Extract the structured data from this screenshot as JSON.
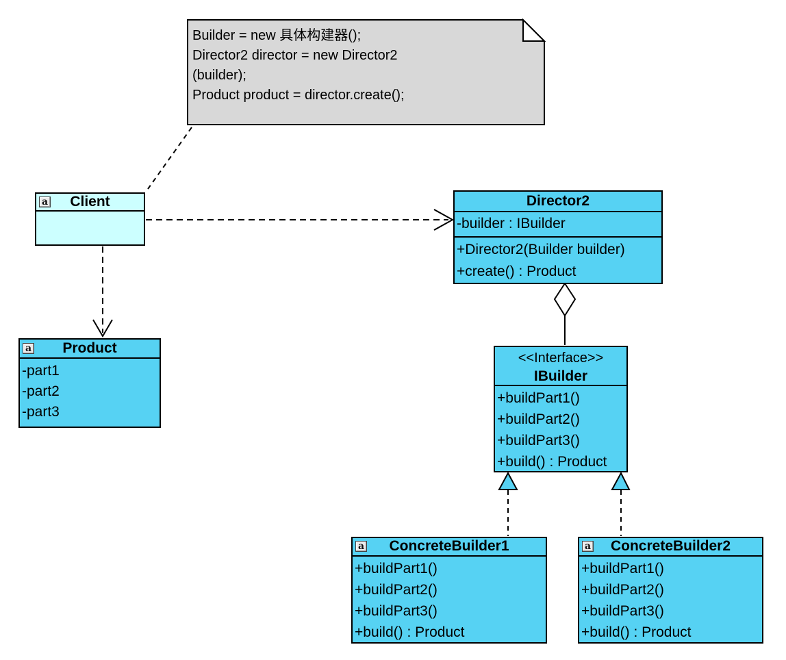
{
  "note": {
    "lines": [
      "Builder = new 具体构建器();",
      "Director2 director = new Director2",
      "(builder);",
      "Product product = director.create();"
    ]
  },
  "icons": {
    "class_icon_glyph": "a",
    "aggregation_icon": "hollow-diamond",
    "generalization_icon": "hollow-triangle",
    "dependency_icon": "open-arrow"
  },
  "classes": {
    "client": {
      "name": "Client",
      "attributes": [],
      "methods": []
    },
    "director2": {
      "name": "Director2",
      "attributes": [
        "-builder : IBuilder"
      ],
      "methods": [
        "+Director2(Builder builder)",
        "+create() : Product"
      ]
    },
    "product": {
      "name": "Product",
      "attributes": [
        "-part1",
        "-part2",
        "-part3"
      ],
      "methods": []
    },
    "ibuilder": {
      "stereotype": "<<Interface>>",
      "name": "IBuilder",
      "methods": [
        "+buildPart1()",
        "+buildPart2()",
        "+buildPart3()",
        "+build() : Product"
      ]
    },
    "concrete_builder1": {
      "name": "ConcreteBuilder1",
      "methods": [
        "+buildPart1()",
        "+buildPart2()",
        "+buildPart3()",
        "+build() : Product"
      ]
    },
    "concrete_builder2": {
      "name": "ConcreteBuilder2",
      "methods": [
        "+buildPart1()",
        "+buildPart2()",
        "+buildPart3()",
        "+build() : Product"
      ]
    }
  },
  "colors": {
    "class_fill": "#56d2f3",
    "client_fill": "#ccffff",
    "note_fill": "#d8d8d8",
    "border": "#000000"
  }
}
